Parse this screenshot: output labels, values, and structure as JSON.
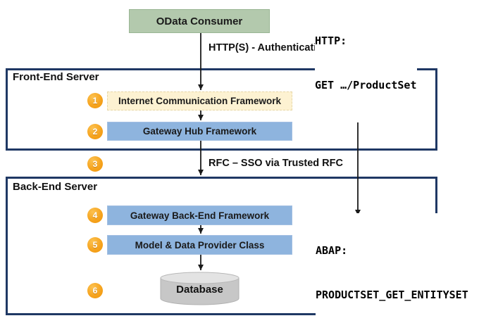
{
  "colors": {
    "panel_border": "#1f3864",
    "consumer_green": "#b3c9ad",
    "icf_cream": "#fdf2d2",
    "framework_blue": "#8eb4de",
    "step_orange": "#f5a41f",
    "database_gray": "#c7c7c7"
  },
  "consumer_label": "OData Consumer",
  "http_note": {
    "line1": "HTTP:",
    "line2": "GET …/ProductSet"
  },
  "auth_label": "HTTP(S) - Authentication",
  "front_end": {
    "title": "Front-End Server",
    "steps": [
      {
        "num": "1",
        "label": "Internet Communication Framework"
      },
      {
        "num": "2",
        "label": "Gateway Hub Framework"
      }
    ]
  },
  "rfc": {
    "num": "3",
    "label": "RFC – SSO via Trusted RFC"
  },
  "back_end": {
    "title": "Back-End Server",
    "steps": [
      {
        "num": "4",
        "label": "Gateway Back-End Framework"
      },
      {
        "num": "5",
        "label": "Model & Data Provider Class"
      }
    ],
    "database": {
      "num": "6",
      "label": "Database"
    }
  },
  "abap_note": {
    "line1": "ABAP:",
    "line2": "PRODUCTSET_GET_ENTITYSET"
  }
}
